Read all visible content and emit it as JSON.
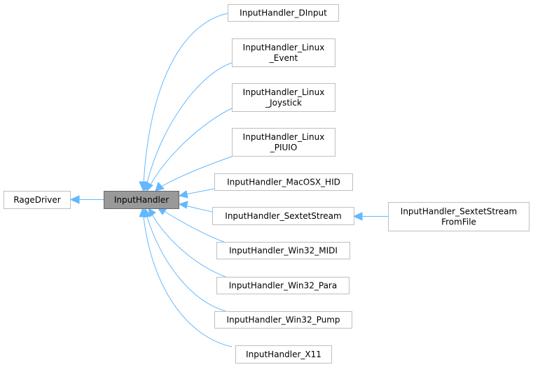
{
  "nodes": {
    "rage_driver": {
      "lines": [
        "RageDriver"
      ]
    },
    "input_handler": {
      "lines": [
        "InputHandler"
      ]
    },
    "dinput": {
      "lines": [
        "InputHandler_DInput"
      ]
    },
    "linux_event": {
      "lines": [
        "InputHandler_Linux",
        "_Event"
      ]
    },
    "linux_joystick": {
      "lines": [
        "InputHandler_Linux",
        "_Joystick"
      ]
    },
    "linux_piuio": {
      "lines": [
        "InputHandler_Linux",
        "_PIUIO"
      ]
    },
    "macosx_hid": {
      "lines": [
        "InputHandler_MacOSX_HID"
      ]
    },
    "sextet_stream": {
      "lines": [
        "InputHandler_SextetStream"
      ]
    },
    "sextet_stream_file": {
      "lines": [
        "InputHandler_SextetStream",
        "FromFile"
      ]
    },
    "win32_midi": {
      "lines": [
        "InputHandler_Win32_MIDI"
      ]
    },
    "win32_para": {
      "lines": [
        "InputHandler_Win32_Para"
      ]
    },
    "win32_pump": {
      "lines": [
        "InputHandler_Win32_Pump"
      ]
    },
    "x11": {
      "lines": [
        "InputHandler_X11"
      ]
    }
  },
  "edges": [
    {
      "from": "input_handler",
      "to": "rage_driver"
    },
    {
      "from": "dinput",
      "to": "input_handler"
    },
    {
      "from": "linux_event",
      "to": "input_handler"
    },
    {
      "from": "linux_joystick",
      "to": "input_handler"
    },
    {
      "from": "linux_piuio",
      "to": "input_handler"
    },
    {
      "from": "macosx_hid",
      "to": "input_handler"
    },
    {
      "from": "sextet_stream",
      "to": "input_handler"
    },
    {
      "from": "win32_midi",
      "to": "input_handler"
    },
    {
      "from": "win32_para",
      "to": "input_handler"
    },
    {
      "from": "win32_pump",
      "to": "input_handler"
    },
    {
      "from": "x11",
      "to": "input_handler"
    },
    {
      "from": "sextet_stream_file",
      "to": "sextet_stream"
    }
  ],
  "colors": {
    "edge": "#63b8ff",
    "node_border": "#bfbfbf",
    "focus_fill": "#999999",
    "focus_border": "#666666"
  }
}
